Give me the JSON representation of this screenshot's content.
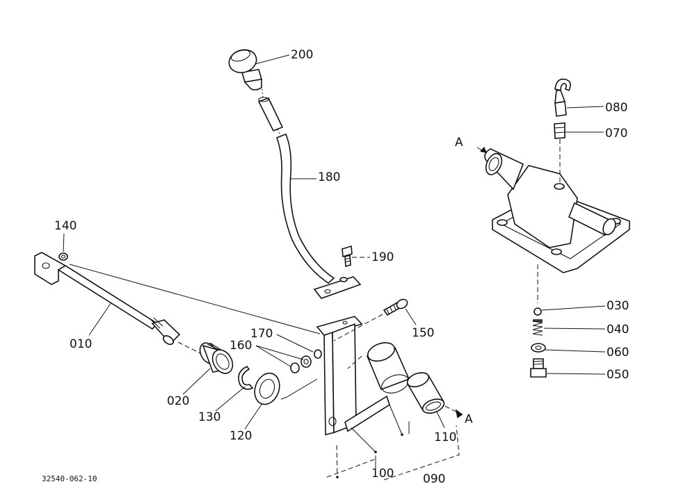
{
  "diagram": {
    "parts": {
      "p010": "010",
      "p020": "020",
      "p030": "030",
      "p040": "040",
      "p050": "050",
      "p060": "060",
      "p070": "070",
      "p080": "080",
      "p090": "090",
      "p100": "100",
      "p110": "110",
      "p120": "120",
      "p130": "130",
      "p140": "140",
      "p150": "150",
      "p160": "160",
      "p170": "170",
      "p180": "180",
      "p190": "190",
      "p200": "200"
    },
    "view_marker": "A",
    "drawing_ref": "32540-062-10"
  }
}
